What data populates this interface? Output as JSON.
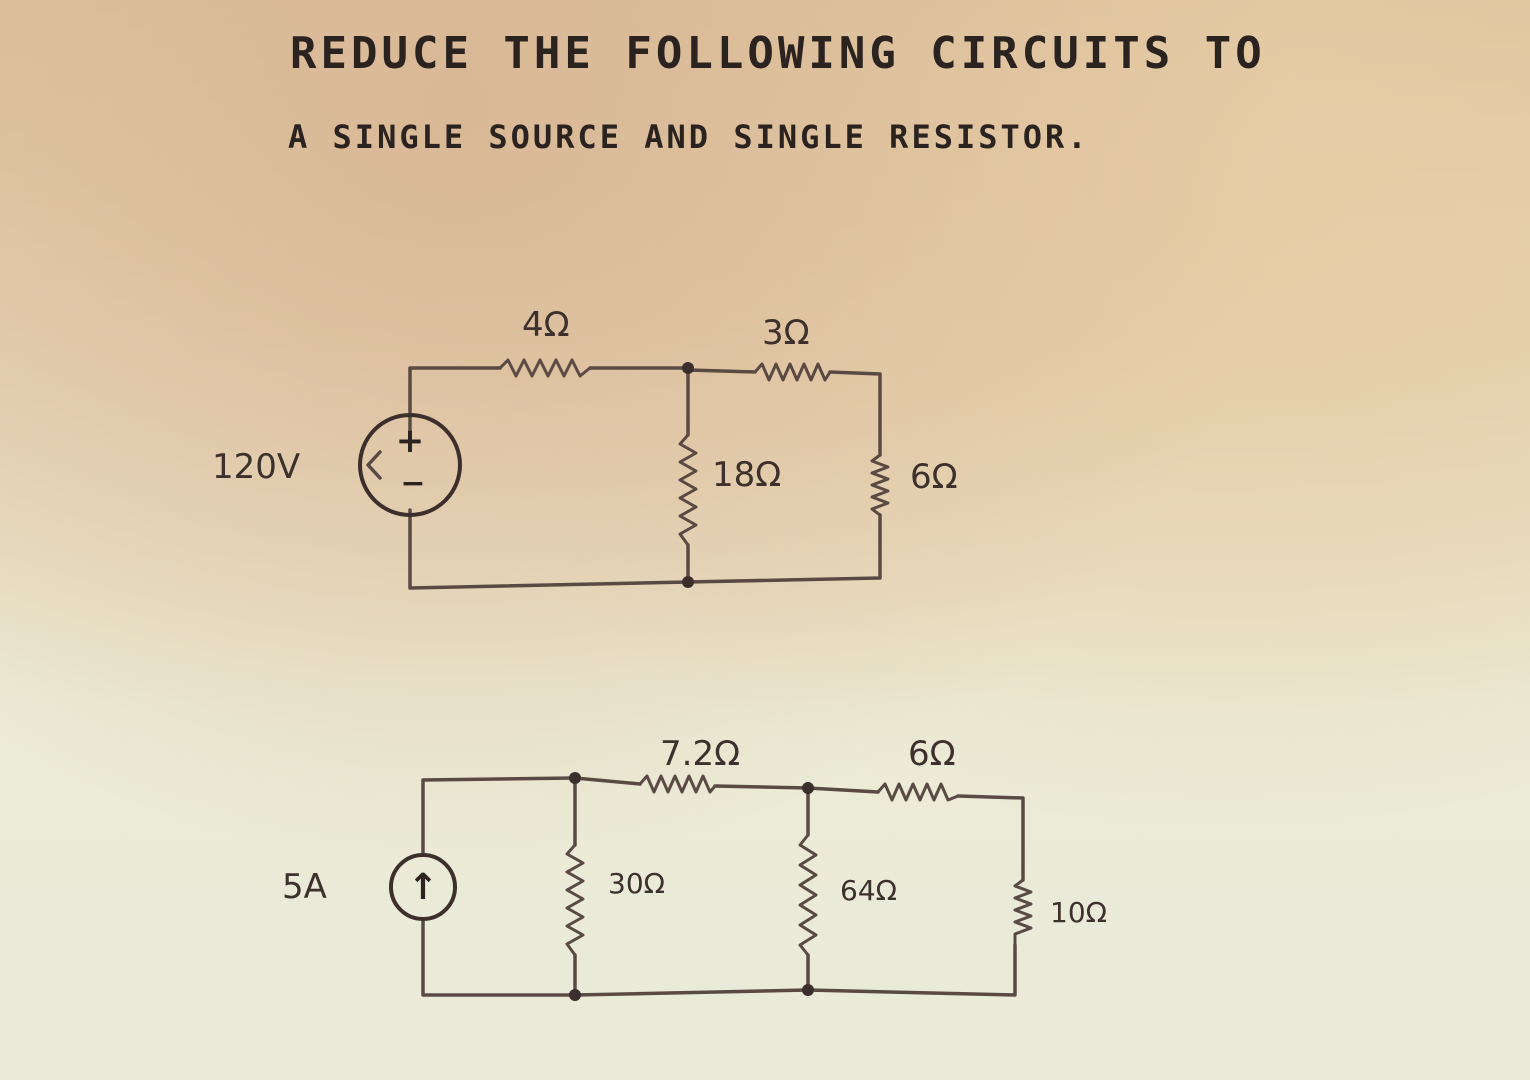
{
  "title": {
    "line1": "REDUCE THE FOLLOWING CIRCUITS TO",
    "line2": "A SINGLE SOURCE AND SINGLE RESISTOR."
  },
  "circuit1": {
    "source_label": "120V",
    "source_plus": "+",
    "source_minus": "−",
    "resistors": {
      "r4": "4Ω",
      "r3": "3Ω",
      "r18": "18Ω",
      "r6": "6Ω"
    }
  },
  "circuit2": {
    "source_label": "5A",
    "source_arrow": "↑",
    "resistors": {
      "r7_2": "7.2Ω",
      "r6": "6Ω",
      "r30": "30Ω",
      "r64": "64Ω",
      "r10": "10Ω"
    }
  },
  "colors": {
    "ink": "#5a4a44",
    "text": "#2b2320"
  }
}
